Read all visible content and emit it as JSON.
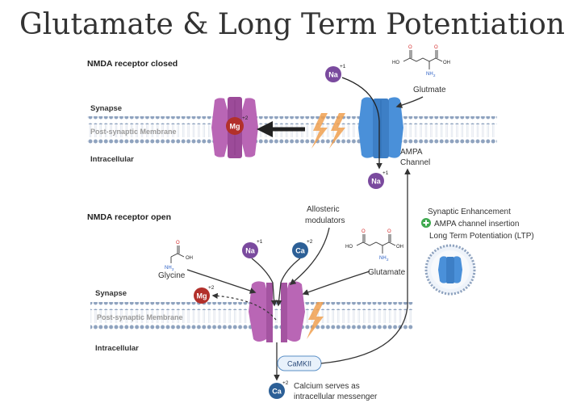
{
  "title": "Glutamate & Long Term Potentiation",
  "top_panel": {
    "heading": "NMDA receptor closed",
    "synapse_label": "Synapse",
    "membrane_label": "Post-synaptic Membrane",
    "intracellular_label": "Intracellular",
    "glutamate_label": "Glutmate",
    "ampa_label_line1": "AMPA",
    "ampa_label_line2": "Channel",
    "na_top": {
      "symbol": "Na",
      "charge": "+1"
    },
    "na_bottom": {
      "symbol": "Na",
      "charge": "+1"
    },
    "mg_block": {
      "symbol": "Mg",
      "charge": "+2"
    }
  },
  "bottom_panel": {
    "heading": "NMDA receptor open",
    "synapse_label": "Synapse",
    "membrane_label": "Post-synaptic Membrane",
    "intracellular_label": "Intracellular",
    "glycine_label": "Glycine",
    "allosteric_line1": "Allosteric",
    "allosteric_line2": "modulators",
    "glutamate_label": "Glutamate",
    "na_ion": {
      "symbol": "Na",
      "charge": "+1"
    },
    "ca_ion": {
      "symbol": "Ca",
      "charge": "+2"
    },
    "mg_ion": {
      "symbol": "Mg",
      "charge": "+2"
    },
    "camkii_label": "CaMKII",
    "ca_messenger": {
      "symbol": "Ca",
      "charge": "+2"
    },
    "calcium_line1": "Calcium serves as",
    "calcium_line2": "intracellular messenger"
  },
  "enhancement": {
    "line1": "Synaptic Enhancement",
    "line2": "AMPA channel insertion",
    "line3": "Long Term Potentiation (LTP)"
  },
  "molecule_atoms": {
    "ho": "HO",
    "oh": "OH",
    "o": "O",
    "nh": "NH",
    "sub2": "2"
  },
  "colors": {
    "nmda": "#b966b5",
    "nmda_dark": "#8e3f8b",
    "ampa": "#4a90d9",
    "ampa_dark": "#2f6fb4",
    "na": "#7a4a9e",
    "ca": "#2c5f96",
    "mg": "#b2302b",
    "lightning": "#f0a050",
    "enhance_plus": "#3fa94f"
  }
}
